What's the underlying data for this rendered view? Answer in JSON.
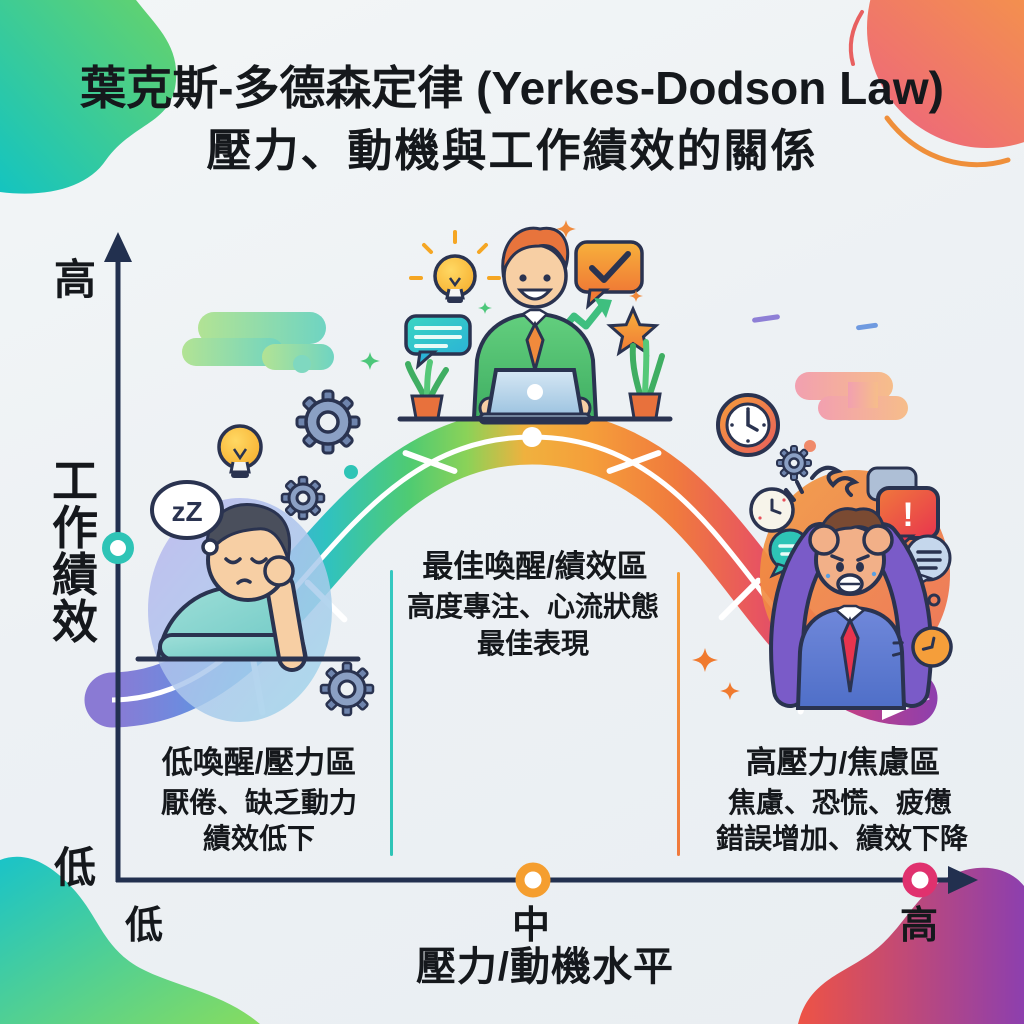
{
  "title": {
    "line1": "葉克斯-多德森定律 (Yerkes-Dodson Law)",
    "line2": "壓力、動機與工作績效的關係"
  },
  "y_axis": {
    "label": "工作績效",
    "label_chars": [
      "工",
      "作",
      "績",
      "效"
    ],
    "top_label": "高",
    "bottom_label": "低"
  },
  "x_axis": {
    "label": "壓力/動機水平",
    "ticks": [
      "低",
      "中",
      "高"
    ]
  },
  "zones": {
    "low": {
      "title": "低喚醒/壓力區",
      "line1": "厭倦、缺乏動力",
      "line2": "績效低下"
    },
    "optimal": {
      "title": "最佳喚醒/績效區",
      "line1": "高度專注、心流狀態",
      "line2": "最佳表現"
    },
    "high": {
      "title": "高壓力/焦慮區",
      "line1": "焦慮、恐慌、疲憊",
      "line2": "錯誤增加、績效下降"
    }
  },
  "illustrations": {
    "low": "sleepy-person-at-desk",
    "optimal": "focused-person-at-laptop",
    "high": "stressed-person-holding-head",
    "sleep_text": "zZ",
    "alert_text": "!"
  },
  "icons": {
    "left": [
      "thought-bubble",
      "lightbulb",
      "gear",
      "cloud",
      "sparkle"
    ],
    "center": [
      "lightbulb-rays",
      "speech-bubble",
      "check-bubble",
      "growth-arrow",
      "star",
      "plant-pot",
      "laptop",
      "sparkle"
    ],
    "right": [
      "alarm-clock",
      "cloud",
      "clock",
      "speech-bubble",
      "exclamation-bubble",
      "gear",
      "sparkle"
    ]
  },
  "colors": {
    "background": "#edf1f4",
    "axis": "#22304f",
    "text": "#15181c",
    "teal": "#2ec4b6",
    "green": "#5ad16f",
    "orange": "#f59e2f",
    "red": "#e8505a",
    "magenta": "#e0316e",
    "purple": "#8d3fae",
    "blue": "#49a8e2"
  },
  "chart_data": {
    "type": "line",
    "title": "葉克斯-多德森定律 (Yerkes-Dodson Law)",
    "subtitle": "壓力、動機與工作績效的關係",
    "xlabel": "壓力/動機水平",
    "ylabel": "工作績效",
    "x_tick_labels": [
      "低",
      "中",
      "高"
    ],
    "y_tick_labels": [
      "低",
      "高"
    ],
    "curve_shape": "inverted-U",
    "x_normalized": [
      0,
      0.125,
      0.25,
      0.375,
      0.5,
      0.625,
      0.75,
      0.875,
      1
    ],
    "y_normalized": [
      0.08,
      0.18,
      0.48,
      0.85,
      1.0,
      0.85,
      0.48,
      0.2,
      0.1
    ],
    "gradient_colors": [
      "#8a7ad4",
      "#49a8e2",
      "#30c2c0",
      "#4fcb72",
      "#f0b13e",
      "#f07b3d",
      "#e85560",
      "#8d3fae"
    ],
    "legend_position": "none",
    "grid": false,
    "zones": [
      {
        "x_range": [
          0,
          0.33
        ],
        "label": "低喚醒/壓力區"
      },
      {
        "x_range": [
          0.33,
          0.66
        ],
        "label": "最佳喚醒/績效區"
      },
      {
        "x_range": [
          0.66,
          1.0
        ],
        "label": "高壓力/焦慮區"
      }
    ]
  }
}
